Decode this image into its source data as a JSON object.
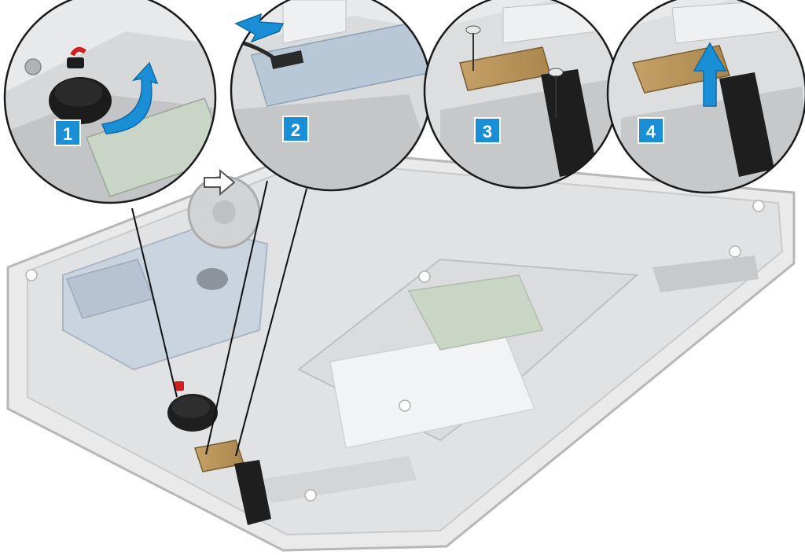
{
  "diagram": {
    "steps": [
      {
        "number": "1",
        "action": "lift-coin-cell-battery",
        "icon": "curved-arrow-icon"
      },
      {
        "number": "2",
        "action": "disconnect-cable",
        "icon": "arrow-left-up-icon"
      },
      {
        "number": "3",
        "action": "remove-screws",
        "icon": "screw-icon"
      },
      {
        "number": "4",
        "action": "lift-led-board",
        "icon": "arrow-up-icon"
      }
    ],
    "colors": {
      "step_badge": "#1a8fd6",
      "step_badge_border": "#ffffff",
      "arrow": "#1a8fd6",
      "chassis": "#d9dadb",
      "chassis_outline": "#a8aaac",
      "board_green": "#6b8e5a",
      "board_blue": "#5b7fb0",
      "battery": "#1f1f1f",
      "battery_tab": "#d11f1f",
      "callout_ring": "#1a1a1a"
    }
  }
}
